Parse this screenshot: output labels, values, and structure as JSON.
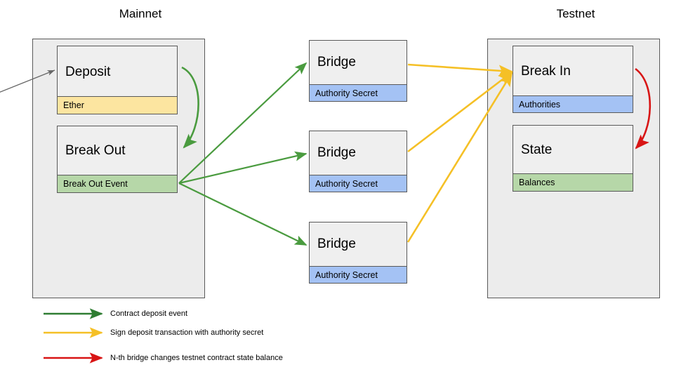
{
  "diagram": {
    "title_mainnet": "Mainnet",
    "title_testnet": "Testnet"
  },
  "colors": {
    "panel_fill": "#ececec",
    "box_fill": "#efefef",
    "stroke": "#595959",
    "ether_band": "#fce5a0",
    "event_band": "#b6d7a8",
    "authority_band": "#a4c2f4",
    "balances_band": "#b6d7a8",
    "arrow_green": "#4a9b3f",
    "arrow_yellow": "#f5c026",
    "arrow_red": "#d81515",
    "arrow_gray": "#666666"
  },
  "mainnet": {
    "nodes": [
      {
        "title": "Deposit",
        "band": "Ether",
        "band_color": "#fce5a0"
      },
      {
        "title": "Break Out",
        "band": "Break Out Event",
        "band_color": "#b6d7a8"
      }
    ]
  },
  "bridges": [
    {
      "title": "Bridge",
      "band": "Authority Secret",
      "band_color": "#a4c2f4"
    },
    {
      "title": "Bridge",
      "band": "Authority Secret",
      "band_color": "#a4c2f4"
    },
    {
      "title": "Bridge",
      "band": "Authority Secret",
      "band_color": "#a4c2f4"
    }
  ],
  "testnet": {
    "nodes": [
      {
        "title": "Break In",
        "band": "Authorities",
        "band_color": "#a4c2f4"
      },
      {
        "title": "State",
        "band": "Balances",
        "band_color": "#b6d7a8"
      }
    ]
  },
  "legend": {
    "items": [
      {
        "label": "Contract deposit event",
        "color": "#2f7d32"
      },
      {
        "label": "Sign deposit transaction with authority secret",
        "color": "#f5c026"
      },
      {
        "label": "N-th bridge changes testnet contract state balance",
        "color": "#d81515"
      }
    ]
  }
}
